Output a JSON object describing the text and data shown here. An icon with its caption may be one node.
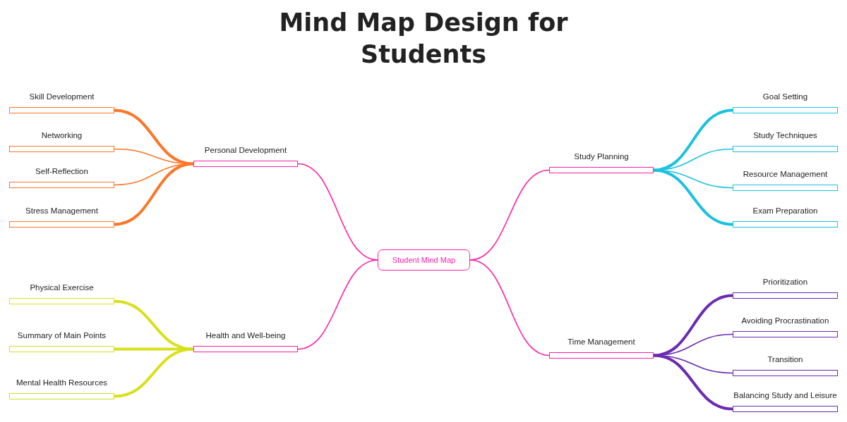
{
  "diagram": {
    "title": "Mind Map Design for Students",
    "nodes": [
      {
        "text": [
          "Student Mind Map"
        ]
      },
      {
        "text": [
          "Personal Development"
        ]
      },
      {
        "text": [
          "Skill Development"
        ]
      },
      {
        "text": [
          "Networking"
        ]
      },
      {
        "text": [
          "Self-Reflection"
        ]
      },
      {
        "text": [
          "Stress Management"
        ]
      },
      {
        "text": [
          "Health and Well-being"
        ]
      },
      {
        "text": [
          "Physical Exercise"
        ]
      },
      {
        "text": [
          "Summary of Main Points"
        ]
      },
      {
        "text": [
          "Mental Health Resources"
        ]
      },
      {
        "text": [
          "Study Planning"
        ]
      },
      {
        "text": [
          "Goal Setting"
        ]
      },
      {
        "text": [
          "Study Techniques"
        ]
      },
      {
        "text": [
          "Resource Management"
        ]
      },
      {
        "text": [
          "Exam Preparation"
        ]
      },
      {
        "text": [
          "Time Management"
        ]
      },
      {
        "text": [
          "Prioritization"
        ]
      },
      {
        "text": [
          "Avoiding Procrastination"
        ]
      },
      {
        "text": [
          "Transition"
        ]
      },
      {
        "text": [
          "Balancing Study and Leisure"
        ]
      }
    ],
    "edges": [
      {
        "from": 0,
        "to": 1,
        "arrow": "none",
        "color": "#ff1fa5"
      },
      {
        "from": 0,
        "to": 6,
        "arrow": "none",
        "color": "#ff1fa5"
      },
      {
        "from": 0,
        "to": 10,
        "arrow": "none",
        "color": "#ff1fa5"
      },
      {
        "from": 0,
        "to": 15,
        "arrow": "none",
        "color": "#ff1fa5"
      },
      {
        "from": 1,
        "to": 2,
        "arrow": "none",
        "style": "thick",
        "color": "#fb7628"
      },
      {
        "from": 1,
        "to": 3,
        "arrow": "none",
        "color": "#fb7628"
      },
      {
        "from": 1,
        "to": 4,
        "arrow": "none",
        "color": "#fb7628"
      },
      {
        "from": 1,
        "to": 5,
        "arrow": "none",
        "style": "thick",
        "color": "#fb7628"
      },
      {
        "from": 6,
        "to": 7,
        "arrow": "none",
        "style": "thick",
        "color": "#d9e01a"
      },
      {
        "from": 6,
        "to": 8,
        "arrow": "none",
        "style": "thick",
        "color": "#d9e01a"
      },
      {
        "from": 6,
        "to": 9,
        "arrow": "none",
        "style": "thick",
        "color": "#d9e01a"
      },
      {
        "from": 10,
        "to": 11,
        "arrow": "none",
        "style": "thick",
        "color": "#1bc1e0"
      },
      {
        "from": 10,
        "to": 12,
        "arrow": "none",
        "color": "#1bc1e0"
      },
      {
        "from": 10,
        "to": 13,
        "arrow": "none",
        "color": "#1bc1e0"
      },
      {
        "from": 10,
        "to": 14,
        "arrow": "none",
        "style": "thick",
        "color": "#1bc1e0"
      },
      {
        "from": 15,
        "to": 16,
        "arrow": "none",
        "style": "thick",
        "color": "#6a2bb0"
      },
      {
        "from": 15,
        "to": 17,
        "arrow": "none",
        "color": "#6a2bb0"
      },
      {
        "from": 15,
        "to": 18,
        "arrow": "none",
        "color": "#6a2bb0"
      },
      {
        "from": 15,
        "to": 19,
        "arrow": "none",
        "style": "thick",
        "color": "#6a2bb0"
      }
    ]
  }
}
